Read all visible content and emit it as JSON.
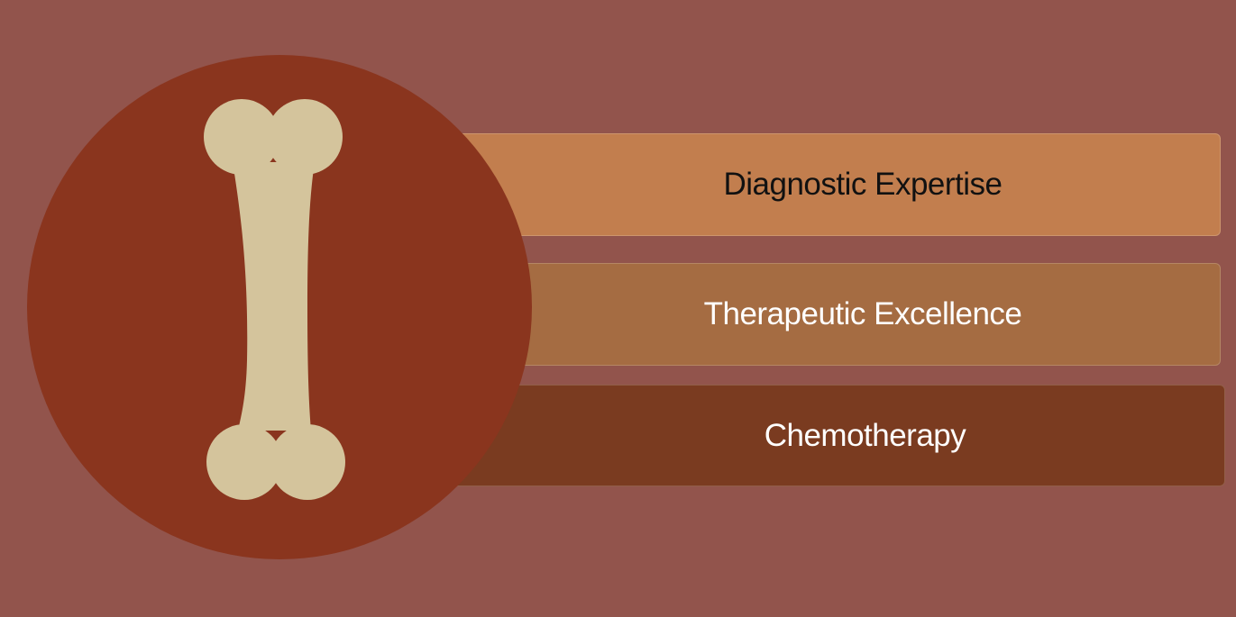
{
  "colors": {
    "background": "#92544C",
    "circle": "#8A351E",
    "bone": "#D4C49C",
    "bar1": "#C27E4E",
    "bar2": "#A56C42",
    "bar3": "#7A3B20",
    "bar1_text": "#111111",
    "bar2_text": "#FFFFFF",
    "bar3_text": "#FFFFFF"
  },
  "icon": {
    "name": "bone-icon"
  },
  "items": [
    {
      "label": "Diagnostic Expertise"
    },
    {
      "label": "Therapeutic Excellence"
    },
    {
      "label": "Chemotherapy"
    }
  ]
}
